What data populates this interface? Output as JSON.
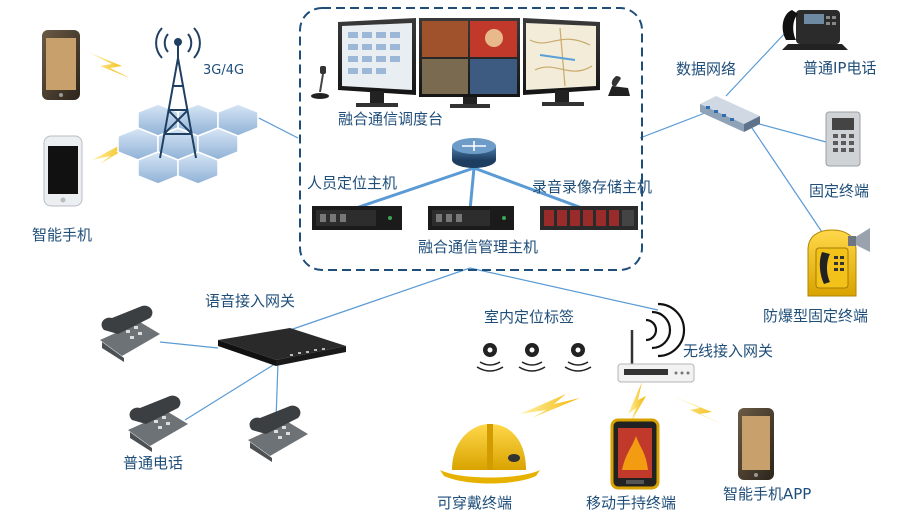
{
  "labels": {
    "net_3g4g": "3G/4G",
    "smartphone": "智能手机",
    "dispatch_console": "融合通信调度台",
    "personnel_location_host": "人员定位主机",
    "recording_storage_host": "录音录像存储主机",
    "management_host": "融合通信管理主机",
    "data_network": "数据网络",
    "ip_phone": "普通IP电话",
    "fixed_terminal": "固定终端",
    "explosion_proof_terminal": "防爆型固定终端",
    "voice_gateway": "语音接入网关",
    "indoor_location_tag": "室内定位标签",
    "wireless_gateway": "无线接入网关",
    "normal_phone": "普通电话",
    "wearable_terminal": "可穿戴终端",
    "handheld_terminal": "移动手持终端",
    "smartphone_app": "智能手机APP"
  },
  "colors": {
    "label": "#1f4e79",
    "line": "#5b9bd5",
    "frame": "#1f4e79",
    "bolt": "#f5c518",
    "helmet": "#f3c300",
    "router": "#2e5d8c"
  }
}
